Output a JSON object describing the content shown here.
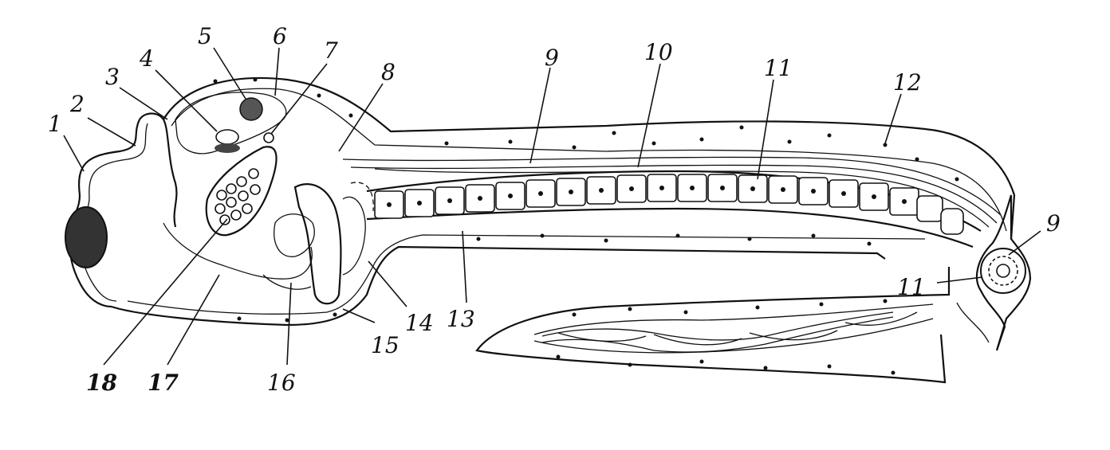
{
  "labels": {
    "l1": "1",
    "l2": "2",
    "l3": "3",
    "l4": "4",
    "l5": "5",
    "l6": "6",
    "l7": "7",
    "l8": "8",
    "l9a": "9",
    "l10": "10",
    "l11a": "11",
    "l12": "12",
    "l9b": "9",
    "l11b": "11",
    "l13": "13",
    "l14": "14",
    "l15": "15",
    "l16": "16",
    "l17": "17",
    "l18": "18"
  }
}
